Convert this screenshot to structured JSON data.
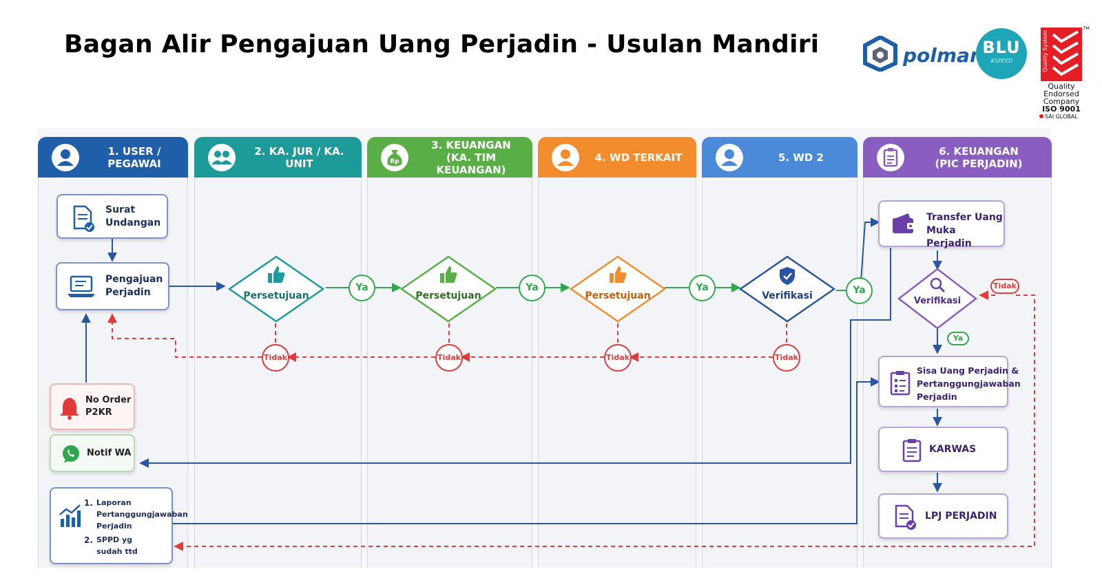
{
  "title": "Bagan Alir Pengajuan Uang Perjadin - Usulan Mandiri",
  "logos": {
    "polman": "polman",
    "blu": "BLU",
    "blu_sub": "#SPEED",
    "iso_side": "Quality System",
    "iso_tm": "TM",
    "iso_lines": [
      "Quality",
      "Endorsed",
      "Company",
      "ISO 9001"
    ],
    "iso_org": "SAI GLOBAL"
  },
  "colors": {
    "lane1": "#1f5ea8",
    "lane2": "#1d9a9a",
    "lane3": "#5aae46",
    "lane4": "#f28c2c",
    "lane5": "#4a8ad8",
    "lane6": "#8a5ec0",
    "flow": "#2a55a3",
    "reject": "#e03a3a",
    "yes": "#2fa84f"
  },
  "lanes": [
    {
      "label": "1. USER / PEGAWAI",
      "icon": "user-icon"
    },
    {
      "label": "2. KA. JUR / KA. UNIT",
      "icon": "group-icon"
    },
    {
      "label": "3. KEUANGAN\n(KA. TIM KEUANGAN)",
      "icon": "money-bag-icon",
      "icon_text": "Rp"
    },
    {
      "label": "4. WD TERKAIT",
      "icon": "user-icon"
    },
    {
      "label": "5. WD 2",
      "icon": "user-icon"
    },
    {
      "label": "6. KEUANGAN\n(PIC PERJADIN)",
      "icon": "clipboard-icon"
    }
  ],
  "user_boxes": {
    "surat": "Surat\nUndangan",
    "pengajuan": "Pengajuan\nPerjadin",
    "no_order": "No Order\nP2KR",
    "notif_wa": "Notif WA",
    "laporan_1": "1.",
    "laporan_1_text": "Laporan\nPertanggungjawaban\nPerjadin",
    "laporan_2": "2.",
    "laporan_2_text": "SPPD yg\nsudah ttd"
  },
  "decisions": {
    "persetujuan_1": "Persetujuan",
    "persetujuan_2": "Persetujuan",
    "persetujuan_3": "Persetujuan",
    "verifikasi_wd2": "Verifikasi",
    "verifikasi_pic": "Verifikasi"
  },
  "outcomes": {
    "ya": "Ya",
    "tidak": "Tidak"
  },
  "pic_boxes": {
    "transfer": "Transfer Uang\nMuka Perjadin",
    "sisa": "Sisa Uang Perjadin &\nPertanggungjawaban\nPerjadin",
    "karwas": "KARWAS",
    "lpj": "LPJ PERJADIN"
  }
}
